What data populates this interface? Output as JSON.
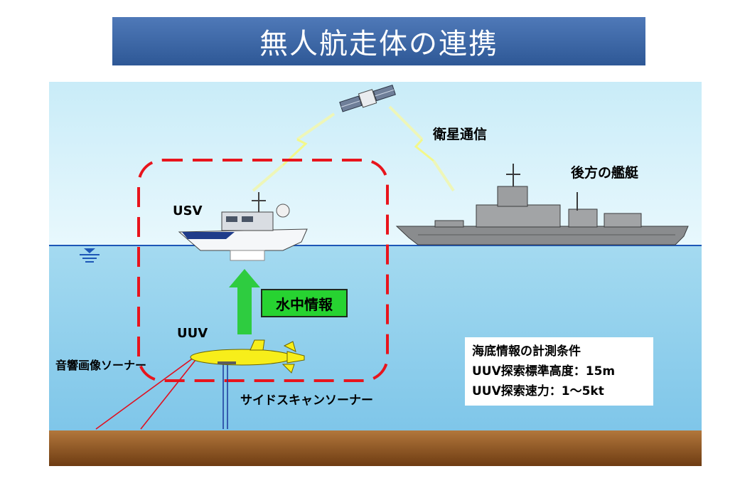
{
  "title": "無人航走体の連携",
  "labels": {
    "satellite_comm": "衛星通信",
    "rear_ship": "後方の艦艇",
    "usv": "USV",
    "uuv": "UUV",
    "water_info": "水中情報",
    "acoustic_sonar": "音響画像ソーナー",
    "side_scan_sonar": "サイドスキャンソーナー"
  },
  "conditions": {
    "heading": "海底情報の計測条件",
    "altitude": "UUV探索標準高度：15m",
    "speed": "UUV探索速力：1〜5kt"
  },
  "icons": [
    "satellite-icon",
    "warship-icon",
    "usv-boat-icon",
    "uuv-vehicle-icon",
    "water-surface-icon",
    "lightning-icon",
    "up-arrow-icon"
  ],
  "colors": {
    "title_bg": "#3a64a6",
    "sky": "#d8f2fb",
    "sea": "#90cfec",
    "seabed": "#8c541f",
    "dashed_box": "#e8141c",
    "arrow": "#2ecc40",
    "uuv_body": "#f7ee1a"
  }
}
